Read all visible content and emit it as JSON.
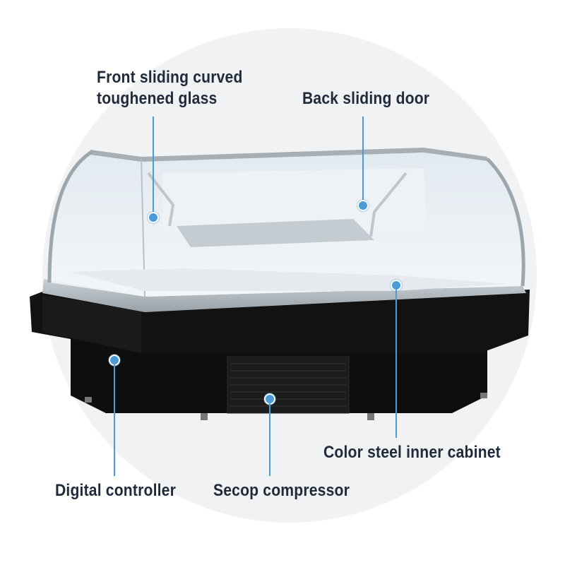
{
  "callouts": {
    "front_glass": {
      "line1": "Front sliding curved",
      "line2": "toughened glass"
    },
    "back_door": {
      "label": "Back sliding door"
    },
    "inner_cabinet": {
      "label": "Color steel inner cabinet"
    },
    "digital_controller": {
      "label": "Digital controller"
    },
    "compressor": {
      "label": "Secop compressor"
    }
  },
  "colors": {
    "accent": "#4a9bd6",
    "text": "#1f2a3a",
    "cabinet": "#111111",
    "backdrop": "#f1f2f4"
  }
}
